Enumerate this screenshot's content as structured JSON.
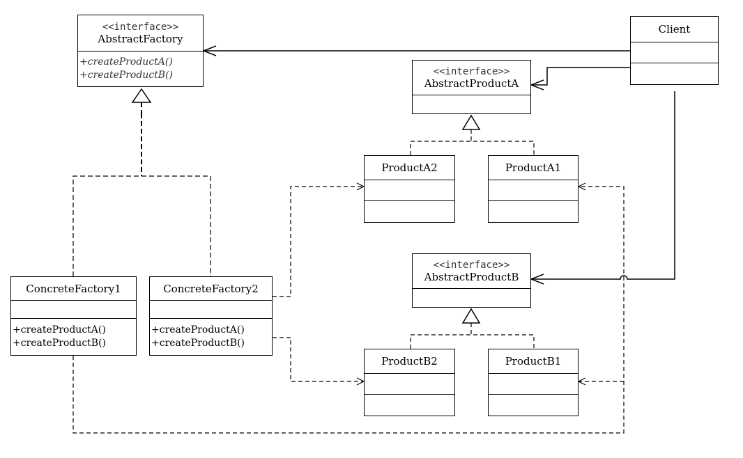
{
  "abstract_factory": {
    "stereotype": "<<interface>>",
    "name": "AbstractFactory",
    "operations": [
      "+createProductA()",
      "+createProductB()"
    ]
  },
  "client": {
    "name": "Client"
  },
  "abstract_product_a": {
    "stereotype": "<<interface>>",
    "name": "AbstractProductA"
  },
  "abstract_product_b": {
    "stereotype": "<<interface>>",
    "name": "AbstractProductB"
  },
  "product_a2": {
    "name": "ProductA2"
  },
  "product_a1": {
    "name": "ProductA1"
  },
  "product_b2": {
    "name": "ProductB2"
  },
  "product_b1": {
    "name": "ProductB1"
  },
  "concrete_factory_1": {
    "name": "ConcreteFactory1",
    "operations": [
      "+createProductA()",
      "+createProductB()"
    ]
  },
  "concrete_factory_2": {
    "name": "ConcreteFactory2",
    "operations": [
      "+createProductA()",
      "+createProductB()"
    ]
  }
}
